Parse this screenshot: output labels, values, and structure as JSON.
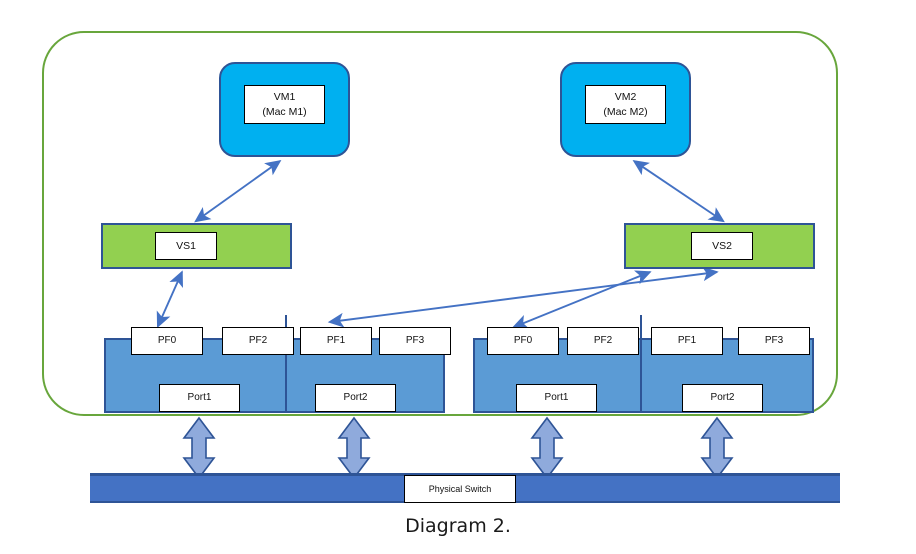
{
  "diagram": {
    "caption": "Diagram 2.",
    "colors": {
      "vm_fill": "#00B0F0",
      "vswitch_fill": "#92D050",
      "nic_fill": "#5B9BD5",
      "switch_fill": "#4472C4",
      "border_blue": "#2E5496",
      "host_boundary_green": "#68A63C",
      "arrow_blue": "#4472C4",
      "arrow_fill_light": "#8FAADC"
    },
    "host_boundary": {
      "name": "host-boundary"
    },
    "vms": [
      {
        "id": "vm1",
        "title": "VM1",
        "mac": "(Mac M1)"
      },
      {
        "id": "vm2",
        "title": "VM2",
        "mac": "(Mac M2)"
      }
    ],
    "virtual_switches": [
      {
        "id": "vs1",
        "label": "VS1"
      },
      {
        "id": "vs2",
        "label": "VS2"
      }
    ],
    "nics": [
      {
        "id": "nic1",
        "pfs": [
          "PF0",
          "PF2",
          "PF1",
          "PF3"
        ],
        "ports": [
          "Port1",
          "Port2"
        ]
      },
      {
        "id": "nic2",
        "pfs": [
          "PF0",
          "PF2",
          "PF1",
          "PF3"
        ],
        "ports": [
          "Port1",
          "Port2"
        ]
      }
    ],
    "physical_switch": {
      "label": "Physical Switch"
    },
    "connections": [
      {
        "from": "VS1",
        "to": "VM1",
        "style": "double-arrow"
      },
      {
        "from": "VS2",
        "to": "VM2",
        "style": "double-arrow"
      },
      {
        "from": "VS1",
        "to": "NIC1 PF0",
        "style": "double-arrow"
      },
      {
        "from": "VS2",
        "to": "NIC1 PF1",
        "style": "double-arrow"
      },
      {
        "from": "VS2",
        "to": "NIC2 PF0",
        "style": "double-arrow"
      },
      {
        "from": "NIC1 Port1",
        "to": "Physical Switch",
        "style": "double-arrow-vertical"
      },
      {
        "from": "NIC1 Port2",
        "to": "Physical Switch",
        "style": "double-arrow-vertical"
      },
      {
        "from": "NIC2 Port1",
        "to": "Physical Switch",
        "style": "double-arrow-vertical"
      },
      {
        "from": "NIC2 Port2",
        "to": "Physical Switch",
        "style": "double-arrow-vertical"
      }
    ]
  }
}
